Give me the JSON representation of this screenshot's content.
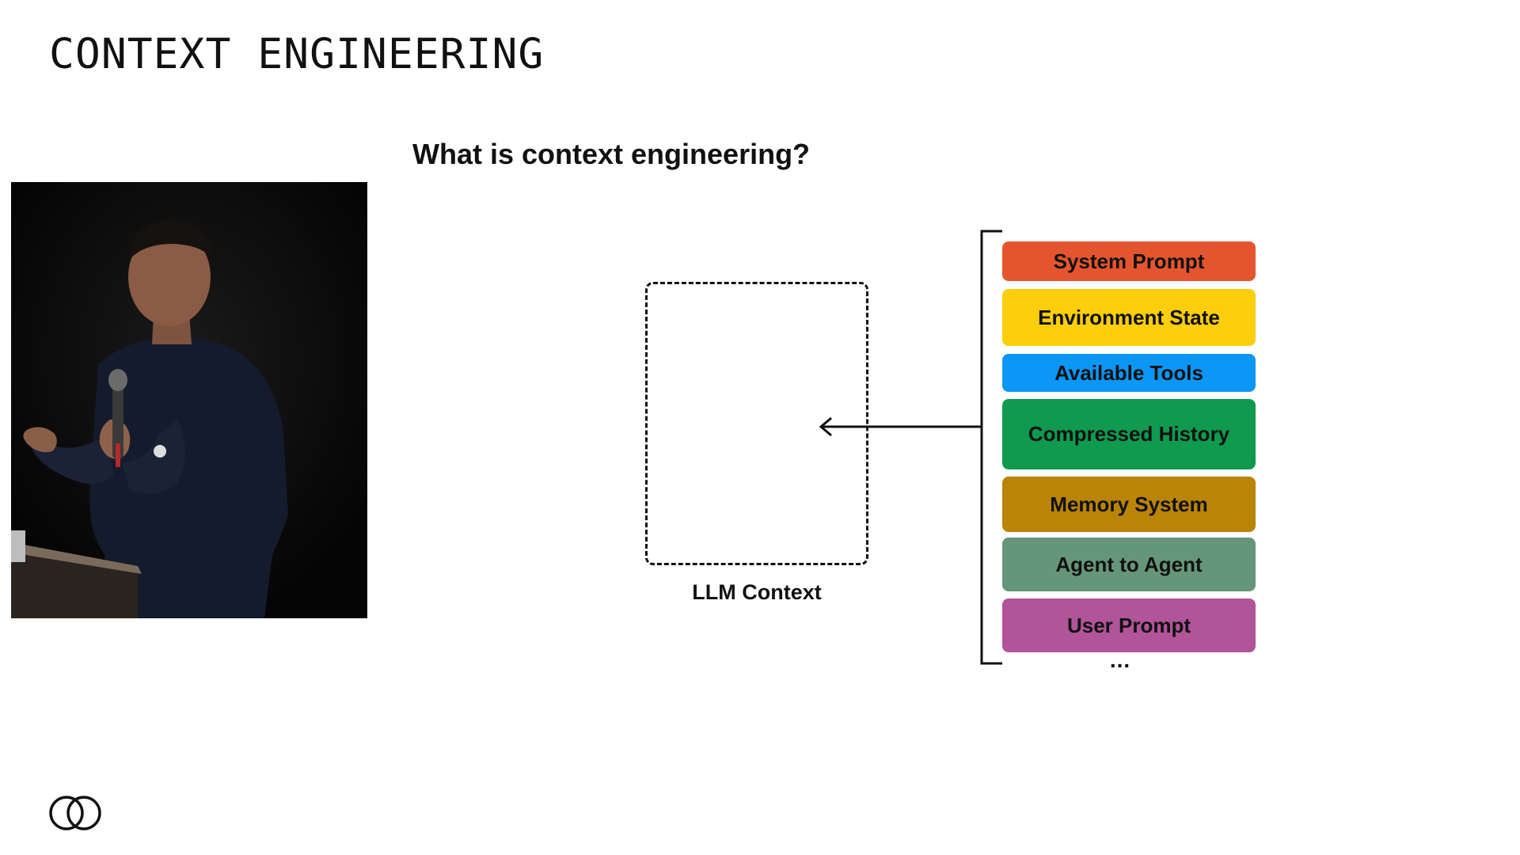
{
  "slide": {
    "title": "CONTEXT ENGINEERING",
    "question": "What is context engineering?"
  },
  "diagram": {
    "llm_context_label": "LLM Context",
    "components": [
      {
        "label": "System Prompt",
        "color": "#e4552f"
      },
      {
        "label": "Environment State",
        "color": "#fcce0c"
      },
      {
        "label": "Available Tools",
        "color": "#0c96f5"
      },
      {
        "label": "Compressed History",
        "color": "#0f9a4f"
      },
      {
        "label": "Memory System",
        "color": "#b98407"
      },
      {
        "label": "Agent to Agent",
        "color": "#66967a"
      },
      {
        "label": "User Prompt",
        "color": "#b15499"
      }
    ],
    "ellipsis": "..."
  },
  "icons": {
    "logo": "two-overlapping-circles-logo",
    "arrow": "left-arrow-icon"
  },
  "colors": {
    "background": "#ffffff",
    "text": "#111111",
    "video_background": "#060606"
  }
}
